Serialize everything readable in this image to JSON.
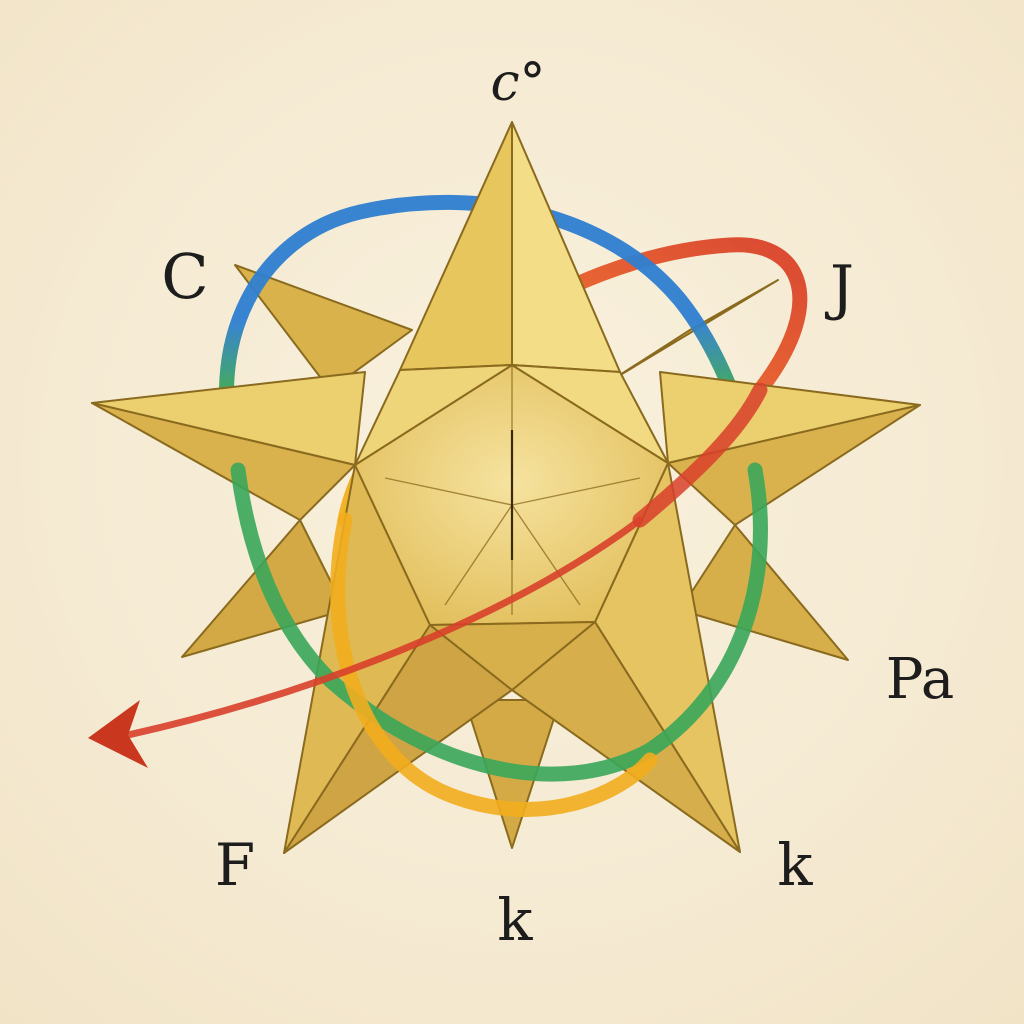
{
  "labels": {
    "top": "c°",
    "upper_left": "C",
    "upper_right": "J",
    "right": "Pa",
    "lower_left": "F",
    "bottom": "k",
    "lower_right": "k"
  },
  "colors": {
    "background": "#f6ecd6",
    "star_fill_light": "#f1d77a",
    "star_fill_mid": "#e2bd55",
    "star_fill_dark": "#c99a35",
    "star_edge": "#8a6a1e",
    "ring_blue": "#2f7fd0",
    "ring_green": "#3aa65a",
    "ring_red": "#d8402a",
    "ring_orange": "#f0a020",
    "label_color": "#1d1d1d"
  }
}
